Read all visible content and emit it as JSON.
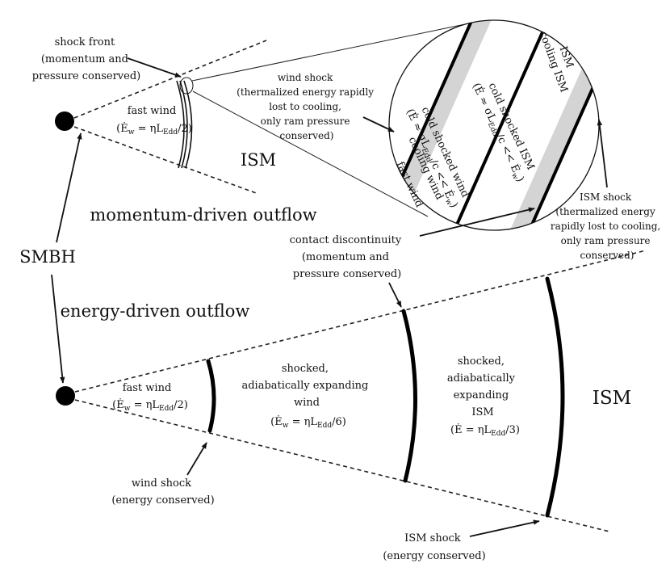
{
  "labels": {
    "shock_front_1": "shock front",
    "shock_front_2": "(momentum and",
    "shock_front_3": "pressure conserved)",
    "fast_wind": "fast wind",
    "edot_w": "Ė",
    "w": "w",
    "eta_L": " = ηL",
    "edd": "Edd",
    "over2": "/2)",
    "over6": "/6)",
    "over3": "/3)",
    "open_paren": "(",
    "ism": "ISM",
    "momentum_driven": "momentum-driven outflow",
    "energy_driven": "energy-driven outflow",
    "smbh": "SMBH",
    "wind_shock_top_1": "wind shock",
    "wind_shock_top_2": "(thermalized energy rapidly",
    "wind_shock_top_3": "lost to cooling,",
    "wind_shock_top_4": "only ram pressure",
    "wind_shock_top_5": "conserved)",
    "contact_1": "contact discontinuity",
    "contact_2": "(momentum and",
    "contact_3": "pressure conserved)",
    "ism_shock_top_1": "ISM shock",
    "ism_shock_top_2": "(thermalized energy",
    "ism_shock_top_3": "rapidly lost to cooling,",
    "ism_shock_top_4": "only ram pressure",
    "ism_shock_top_5": "conserved)",
    "shocked_wind_1": "shocked,",
    "shocked_wind_2": "adiabatically expanding",
    "shocked_wind_3": "wind",
    "shocked_ism_1": "shocked,",
    "shocked_ism_2": "adiabatically",
    "shocked_ism_3": "expanding",
    "shocked_ism_4": "ISM",
    "edot_eq": "Ė = ηL",
    "wind_shock_bot_1": "wind shock",
    "wind_shock_bot_2": "(energy conserved)",
    "ism_shock_bot_1": "ISM shock",
    "ism_shock_bot_2": "(energy conserved)"
  },
  "zoom": {
    "ism": "ISM",
    "cooling_ism": "cooling ISM",
    "cold_ism": "cold shocked ISM",
    "cold_ism_eq": "(Ė ≈ σL",
    "cold_ism_eq2": "/c << Ė",
    "cold_ism_w": "w",
    "close": ")",
    "cold_wind": "cold shocked wind",
    "cooling_wind": "cooling wind",
    "fast_wind": "fast wind"
  },
  "colors": {
    "line": "#111111",
    "cooling_band": "#d4d4d4",
    "background": "#ffffff"
  }
}
